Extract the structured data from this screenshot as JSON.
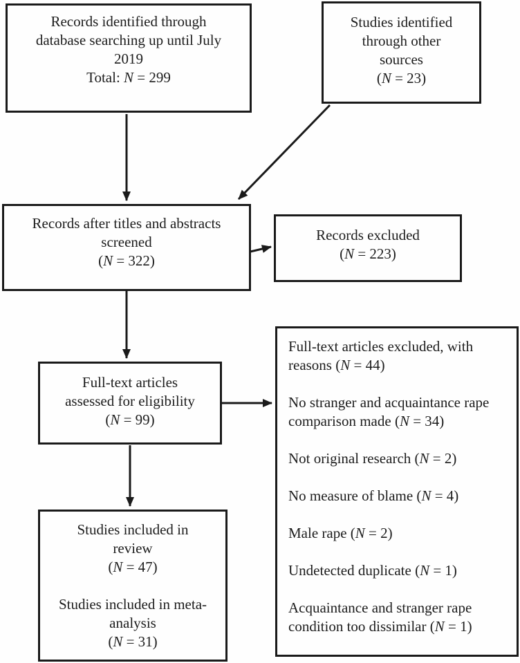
{
  "diagram": {
    "type": "flowchart",
    "description": "Study selection flow diagram (PRISMA-style)",
    "colors": {
      "border": "#1a1a1a",
      "text": "#1c1c1c",
      "background": "#fefefe"
    }
  },
  "boxes": {
    "records_identified": {
      "lines": [
        "Records identified through",
        "database searching up until July",
        "2019"
      ],
      "total": {
        "prefix": "Total: ",
        "n": "N",
        "suffix": " = 299"
      }
    },
    "other_sources": {
      "lines": [
        "Studies identified",
        "through other",
        "sources"
      ],
      "count": {
        "prefix": "(",
        "n": "N",
        "suffix": " = 23)"
      }
    },
    "screened": {
      "lines": [
        "Records after titles and abstracts",
        "screened"
      ],
      "count": {
        "prefix": "(",
        "n": "N",
        "suffix": " = 322)"
      }
    },
    "records_excluded": {
      "lines": [
        "Records excluded"
      ],
      "count": {
        "prefix": "(",
        "n": "N",
        "suffix": " = 223)"
      }
    },
    "fulltext_assessed": {
      "lines": [
        "Full-text articles",
        "assessed for eligibility"
      ],
      "count": {
        "prefix": "(",
        "n": "N",
        "suffix": " = 99)"
      }
    },
    "exclusion_reasons": {
      "items": [
        {
          "prefix": "Full-text articles excluded, with reasons (",
          "n": "N",
          "suffix": " = 44)"
        },
        {
          "prefix": "No stranger and acquaintance rape comparison made (",
          "n": "N",
          "suffix": " = 34)"
        },
        {
          "prefix": "Not original research (",
          "n": "N",
          "suffix": " = 2)"
        },
        {
          "prefix": "No measure of blame (",
          "n": "N",
          "suffix": " = 4)"
        },
        {
          "prefix": "Male rape (",
          "n": "N",
          "suffix": " = 2)"
        },
        {
          "prefix": "Undetected duplicate (",
          "n": "N",
          "suffix": " = 1)"
        },
        {
          "prefix": "Acquaintance and stranger rape condition too dissimilar (",
          "n": "N",
          "suffix": " = 1)"
        }
      ]
    },
    "included": {
      "review": {
        "lines": [
          "Studies included in",
          "review"
        ],
        "count": {
          "prefix": "(",
          "n": "N",
          "suffix": " = 47)"
        }
      },
      "meta": {
        "lines": [
          "Studies included in meta-",
          "analysis"
        ],
        "count": {
          "prefix": "(",
          "n": "N",
          "suffix": " = 31)"
        }
      }
    }
  }
}
